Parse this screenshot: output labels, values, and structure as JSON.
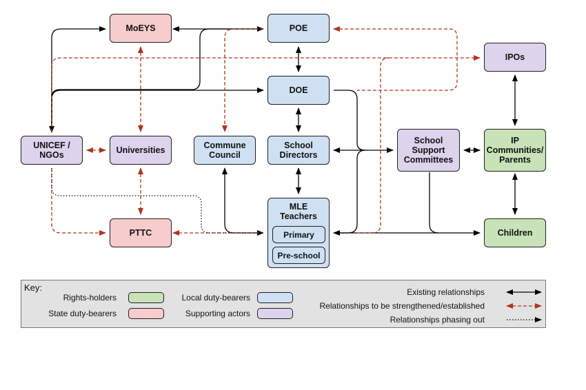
{
  "nodes": {
    "moeys": "MoEYS",
    "poe": "POE",
    "ipos": "IPOs",
    "doe": "DOE",
    "unicef": "UNICEF /\nNGOs",
    "universities": "Universities",
    "commune": "Commune\nCouncil",
    "school_directors": "School\nDirectors",
    "ssc": "School\nSupport\nCommittees",
    "ip_communities": "IP\nCommunities/\nParents",
    "pttc": "PTTC",
    "mle_title": "MLE\nTeachers",
    "mle_primary": "Primary",
    "mle_preschool": "Pre-school",
    "children": "Children"
  },
  "key": {
    "title": "Key:",
    "rights_holders": "Rights-holders",
    "state_duty_bearers": "State duty-bearers",
    "local_duty_bearers": "Local duty-bearers",
    "supporting_actors": "Supporting actors",
    "existing": "Existing relationships",
    "strengthened": "Relationships to be strengthened/established",
    "phasing_out": "Relationships phasing out"
  },
  "colors": {
    "rights_holders": "#c8e3b7",
    "state_duty_bearers": "#f6cccc",
    "local_duty_bearers": "#cfe0f3",
    "supporting_actors": "#ddd3ec",
    "existing_line": "#000000",
    "strengthened_line": "#b3321c",
    "phasing_line": "#000000"
  }
}
